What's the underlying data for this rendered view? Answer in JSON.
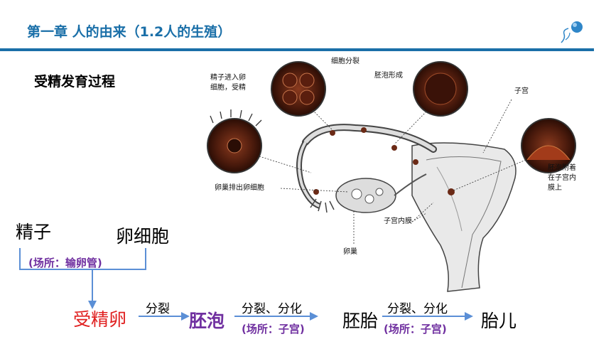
{
  "header": {
    "title": "第一章 人的由来（1.2人的生殖）"
  },
  "section_title": "受精发育过程",
  "diagram": {
    "labels": {
      "sperm_enter": "精子进入卵\n细胞，受精",
      "cell_division": "细胞分裂",
      "blastocyst_form": "胚泡形成",
      "uterus": "子宫",
      "implant": "胚泡附着\n在子宫内\n膜上",
      "ovulation": "卵巢排出卵细胞",
      "endometrium": "子宫内膜",
      "ovary": "卵巢"
    }
  },
  "flow": {
    "sperm": "精子",
    "egg": "卵细胞",
    "place1": "(场所：输卵管)",
    "zygote": "受精卵",
    "step1": "分裂",
    "blastocyst": "胚泡",
    "step2": "分裂、分化",
    "place2": "(场所：子宫)",
    "embryo": "胚胎",
    "step3": "分裂、分化",
    "place3": "(场所：子宫)",
    "fetus": "胎儿"
  },
  "colors": {
    "title_blue": "#1a6fa8",
    "arrow_blue": "#5b8fd6",
    "accent_purple": "#7030a0",
    "zygote_red": "#e02020",
    "cell_brown": "#6b2a16"
  }
}
